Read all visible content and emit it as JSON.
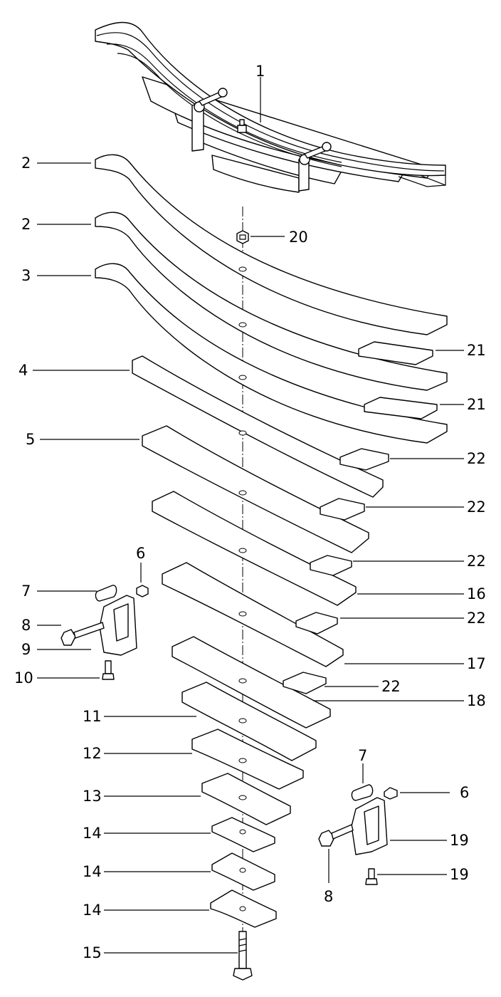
{
  "callouts": {
    "c1": "1",
    "c2a": "2",
    "c2b": "2",
    "c3": "3",
    "c4": "4",
    "c5": "5",
    "c6a": "6",
    "c6b": "6",
    "c7a": "7",
    "c7b": "7",
    "c8a": "8",
    "c8b": "8",
    "c9": "9",
    "c10": "10",
    "c11": "11",
    "c12": "12",
    "c13": "13",
    "c14a": "14",
    "c14b": "14",
    "c14c": "14",
    "c15": "15",
    "c16": "16",
    "c17": "17",
    "c18": "18",
    "c19a": "19",
    "c19b": "19",
    "c20": "20",
    "c21a": "21",
    "c21b": "21",
    "c22a": "22",
    "c22b": "22",
    "c22c": "22",
    "c22d": "22",
    "c22e": "22"
  }
}
